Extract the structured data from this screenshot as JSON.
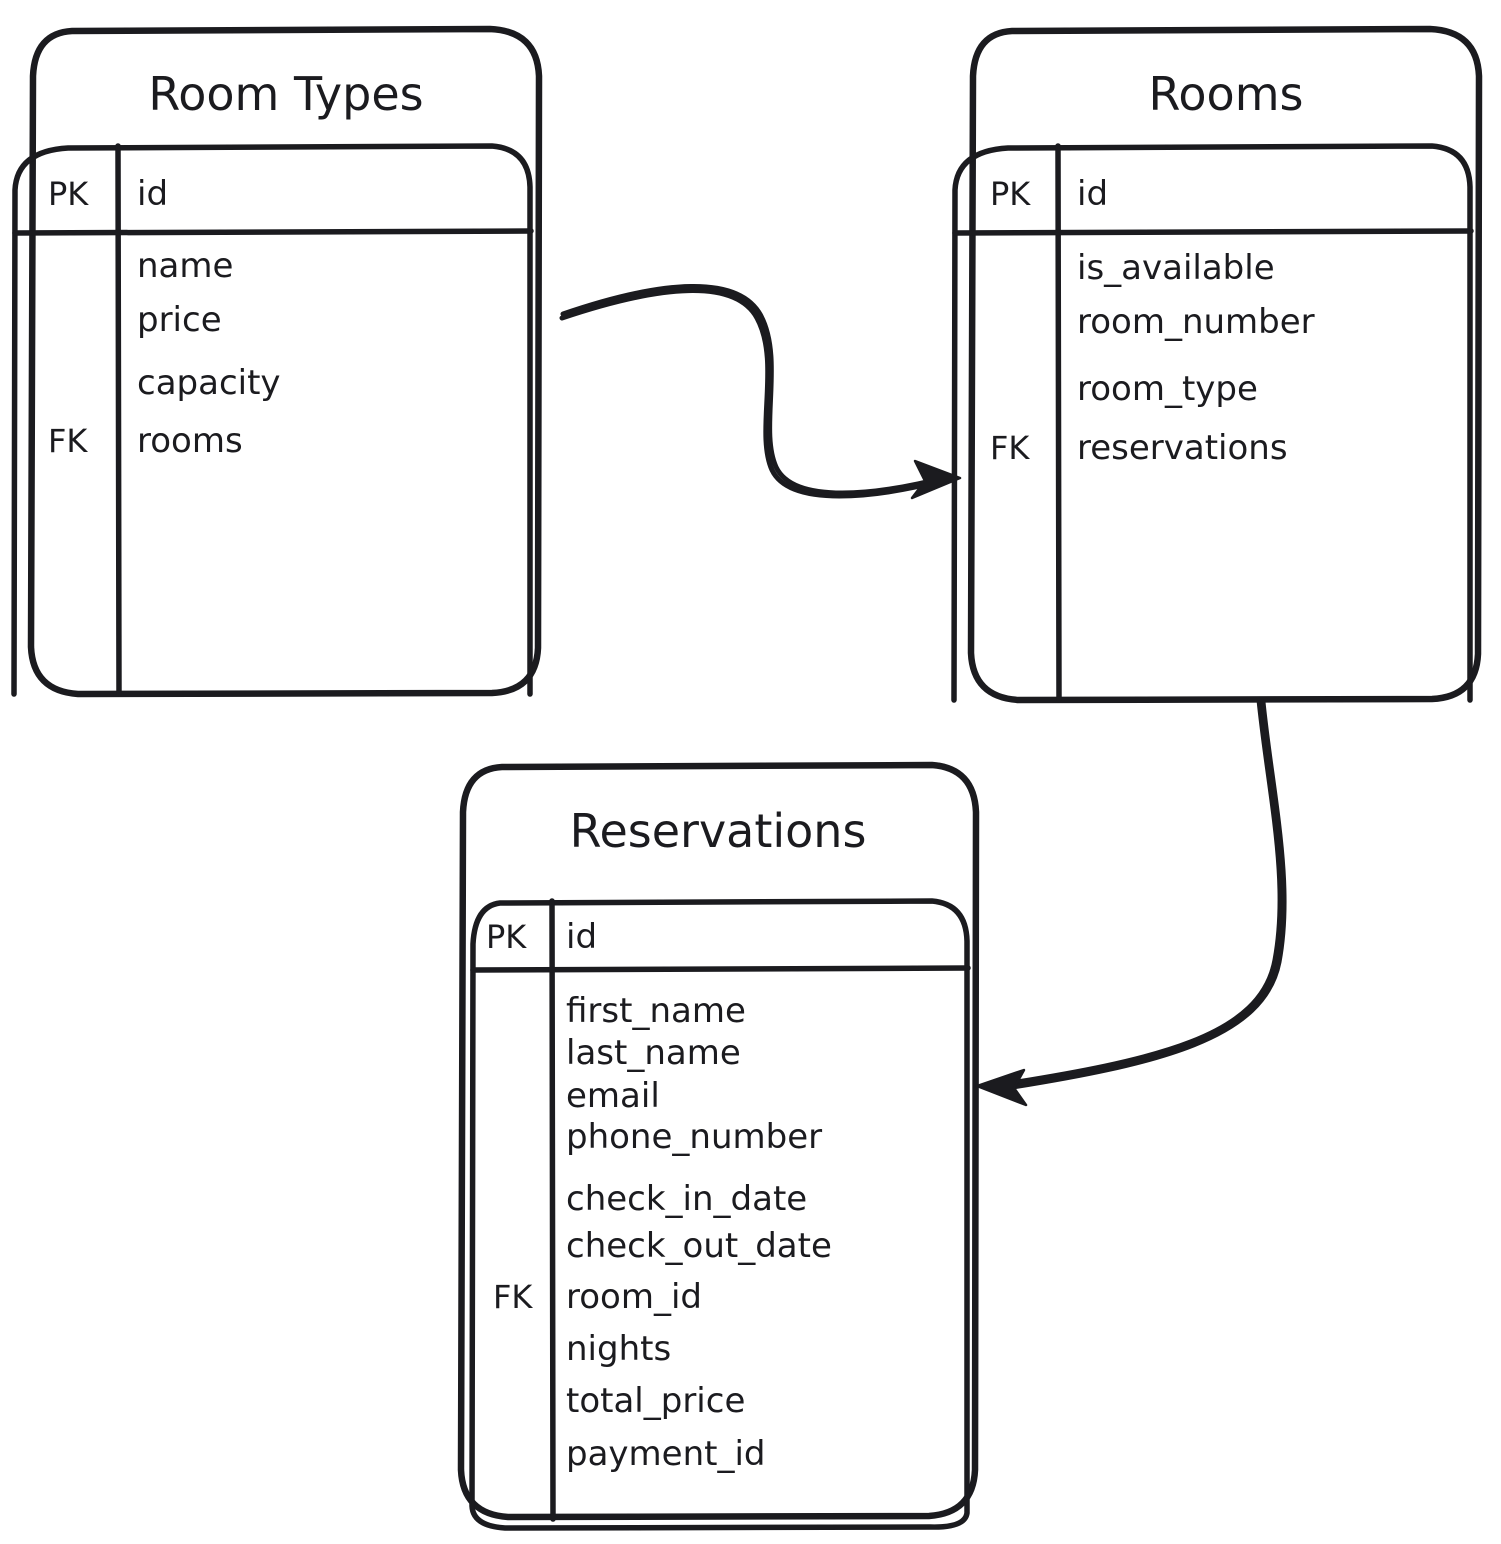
{
  "diagram": {
    "kind": "er-diagram",
    "style": "hand-drawn",
    "background_color": "#ffffff",
    "stroke_color": "#1b1b1f",
    "entities": [
      {
        "id": "room_types",
        "title": "Room Types",
        "primary_key_label": "PK",
        "primary_key_field": "id",
        "foreign_key_label": "FK",
        "fields": [
          "name",
          "price",
          "capacity",
          "rooms"
        ],
        "foreign_key_field": "rooms"
      },
      {
        "id": "rooms",
        "title": "Rooms",
        "primary_key_label": "PK",
        "primary_key_field": "id",
        "foreign_key_label": "FK",
        "fields": [
          "is_available",
          "room_number",
          "room_type",
          "reservations"
        ],
        "foreign_key_field": "reservations"
      },
      {
        "id": "reservations",
        "title": "Reservations",
        "primary_key_label": "PK",
        "primary_key_field": "id",
        "foreign_key_label": "FK",
        "fields": [
          "first_name",
          "last_name",
          "email",
          "phone_number",
          "check_in_date",
          "check_out_date",
          "room_id",
          "nights",
          "total_price",
          "payment_id"
        ],
        "foreign_key_field": "room_id"
      }
    ],
    "relationships": [
      {
        "id": "room-types-to-rooms",
        "from": "Room Types",
        "to": "Rooms",
        "arrow": "single-ended"
      },
      {
        "id": "rooms-to-reservations",
        "from": "Rooms",
        "to": "Reservations",
        "arrow": "single-ended"
      }
    ]
  }
}
